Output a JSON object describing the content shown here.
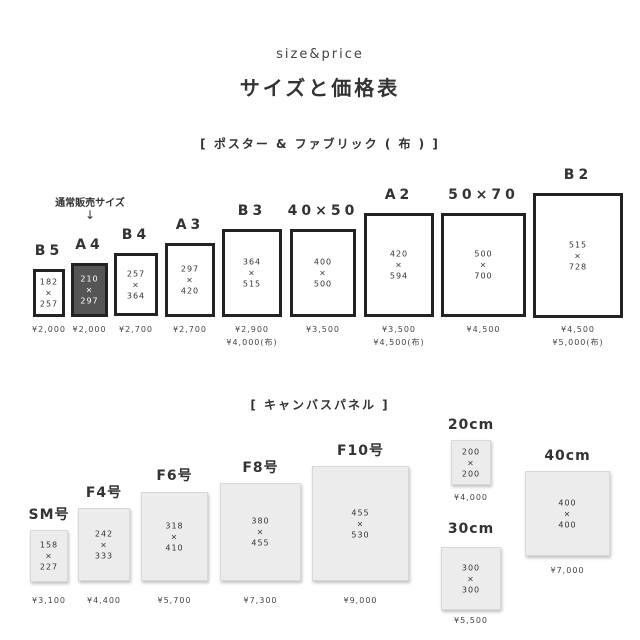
{
  "header": {
    "subtitle": "size&price",
    "title": "サイズと価格表"
  },
  "section_poster": {
    "title": "[ ポスター & ファブリック ( 布 ) ]",
    "note": "通常販売サイズ",
    "arrow": "↓",
    "items": [
      {
        "label": "B5",
        "w": "182",
        "x": "×",
        "h": "257",
        "price": "¥2,000",
        "price2": ""
      },
      {
        "label": "A4",
        "w": "210",
        "x": "×",
        "h": "297",
        "price": "¥2,000",
        "price2": ""
      },
      {
        "label": "B4",
        "w": "257",
        "x": "×",
        "h": "364",
        "price": "¥2,700",
        "price2": ""
      },
      {
        "label": "A3",
        "w": "297",
        "x": "×",
        "h": "420",
        "price": "¥2,700",
        "price2": ""
      },
      {
        "label": "B3",
        "w": "364",
        "x": "×",
        "h": "515",
        "price": "¥2,900",
        "price2": "¥4,000(布)"
      },
      {
        "label": "40×50",
        "w": "400",
        "x": "×",
        "h": "500",
        "price": "¥3,500",
        "price2": ""
      },
      {
        "label": "A2",
        "w": "420",
        "x": "×",
        "h": "594",
        "price": "¥3,500",
        "price2": "¥4,500(布)"
      },
      {
        "label": "50×70",
        "w": "500",
        "x": "×",
        "h": "700",
        "price": "¥4,500",
        "price2": ""
      },
      {
        "label": "B2",
        "w": "515",
        "x": "×",
        "h": "728",
        "price": "¥4,500",
        "price2": "¥5,000(布)"
      }
    ]
  },
  "section_canvas": {
    "title": "[ キャンバスパネル ]",
    "items": [
      {
        "label": "SM号",
        "w": "158",
        "x": "×",
        "h": "227",
        "price": "¥3,100"
      },
      {
        "label": "F4号",
        "w": "242",
        "x": "×",
        "h": "333",
        "price": "¥4,400"
      },
      {
        "label": "F6号",
        "w": "318",
        "x": "×",
        "h": "410",
        "price": "¥5,700"
      },
      {
        "label": "F8号",
        "w": "380",
        "x": "×",
        "h": "455",
        "price": "¥7,300"
      },
      {
        "label": "F10号",
        "w": "455",
        "x": "×",
        "h": "530",
        "price": "¥9,000"
      },
      {
        "label": "20cm",
        "w": "200",
        "x": "×",
        "h": "200",
        "price": "¥4,000"
      },
      {
        "label": "30cm",
        "w": "300",
        "x": "×",
        "h": "300",
        "price": "¥5,500"
      },
      {
        "label": "40cm",
        "w": "400",
        "x": "×",
        "h": "400",
        "price": "¥7,000"
      }
    ]
  },
  "colors": {
    "frame": "#222222",
    "highlight_frame_fill": "#555555",
    "panel": "#ececec",
    "text": "#333333"
  }
}
